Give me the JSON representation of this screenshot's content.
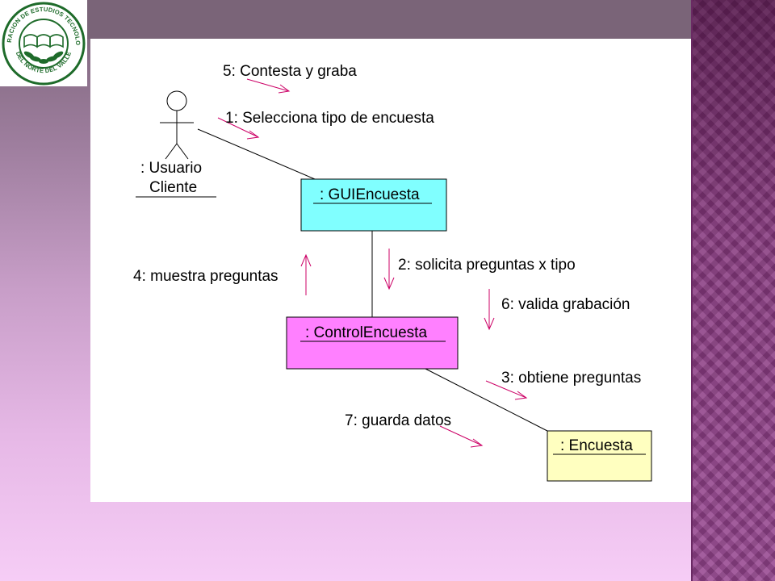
{
  "logo": {
    "top_text": "CORPORACION DE ESTUDIOS TECNOLOGICOS",
    "bottom_text": "DEL NORTE DEL VALLE",
    "ring_color": "#1e6b2a"
  },
  "actor": {
    "line1": ": Usuario",
    "line2": "Cliente"
  },
  "objects": {
    "gui": {
      "label": ": GUIEncuesta",
      "fill": "#80ffff"
    },
    "control": {
      "label": ": ControlEncuesta",
      "fill": "#ff80ff"
    },
    "entity": {
      "label": ": Encuesta",
      "fill": "#ffffc0"
    }
  },
  "messages": {
    "m5": "5: Contesta y graba",
    "m1": "1: Selecciona  tipo de encuesta",
    "m2": "2: solicita preguntas x tipo",
    "m4": "4: muestra  preguntas",
    "m6": "6: valida grabación",
    "m3": "3: obtiene preguntas",
    "m7": "7: guarda datos"
  }
}
